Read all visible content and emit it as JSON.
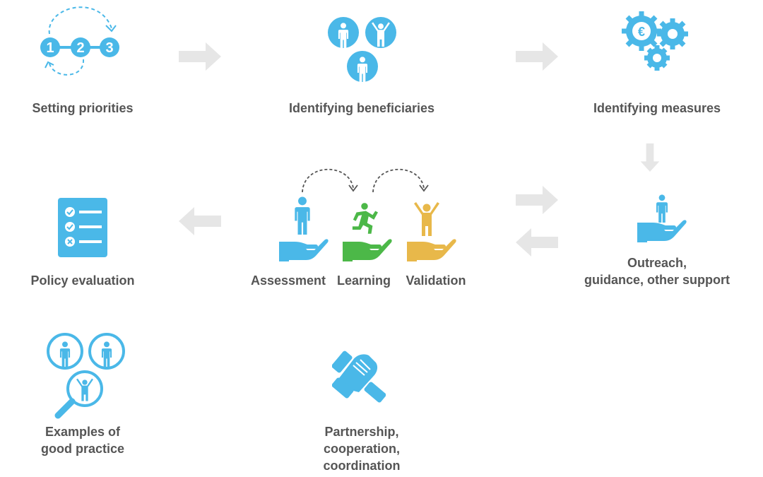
{
  "colors": {
    "blue": "#4ab8e8",
    "green": "#4cb848",
    "yellow": "#e8b84a",
    "arrow": "#e6e6e6",
    "text": "#555555"
  },
  "steps": {
    "setting_priorities": {
      "label": "Setting priorities",
      "numbers": [
        "1",
        "2",
        "3"
      ]
    },
    "identifying_beneficiaries": {
      "label": "Identifying beneficiaries"
    },
    "identifying_measures": {
      "label": "Identifying measures",
      "currency_symbol": "€"
    },
    "outreach": {
      "label_line1": "Outreach,",
      "label_line2": "guidance, other support"
    },
    "assessment": {
      "label": "Assessment"
    },
    "learning": {
      "label": "Learning"
    },
    "validation": {
      "label": "Validation"
    },
    "policy_evaluation": {
      "label": "Policy evaluation"
    },
    "examples": {
      "label_line1": "Examples of",
      "label_line2": "good practice"
    },
    "partnership": {
      "label_line1": "Partnership,",
      "label_line2": "cooperation,",
      "label_line3": "coordination"
    }
  }
}
